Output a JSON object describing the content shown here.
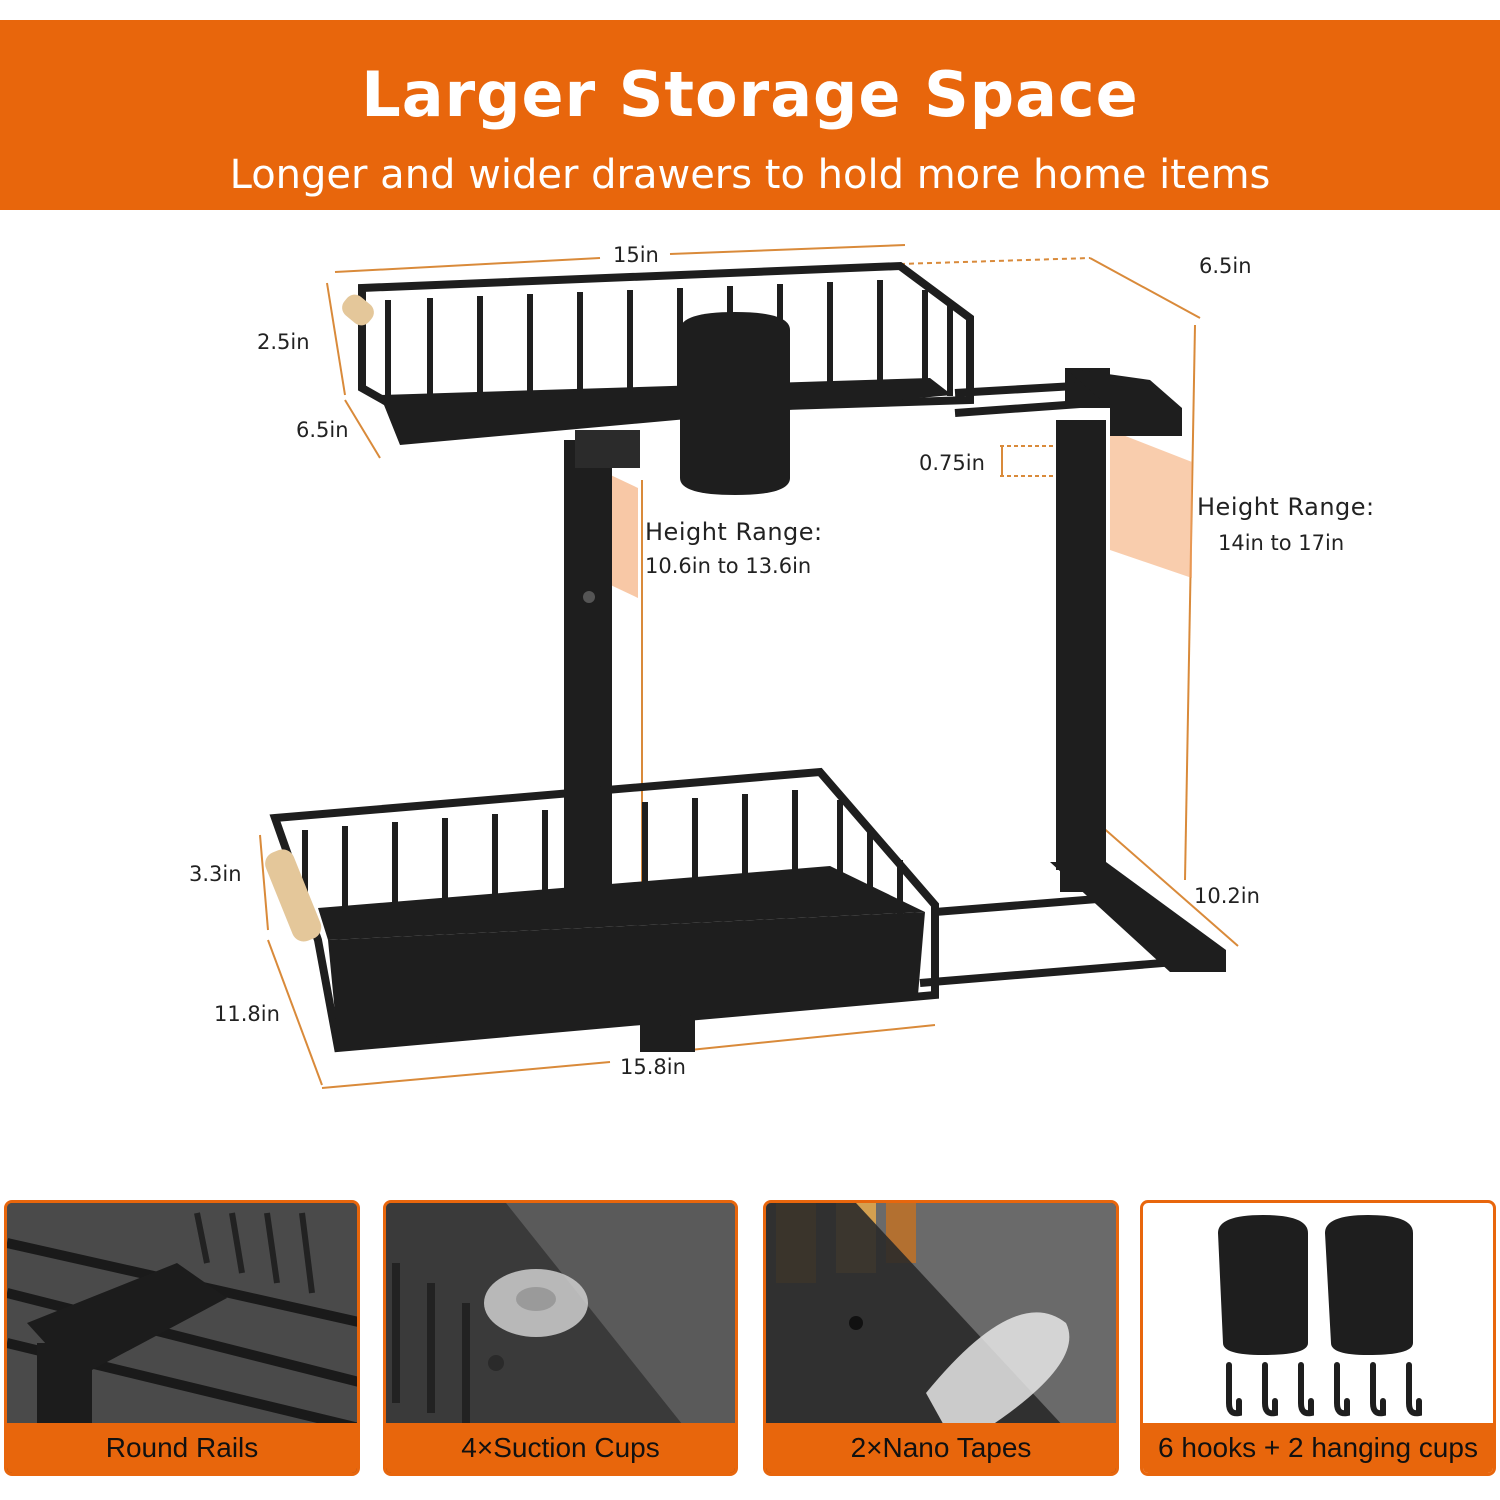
{
  "banner": {
    "title": "Larger Storage Space",
    "subtitle": "Longer and wider drawers to hold more home items"
  },
  "dimensions": {
    "top_width": "15in",
    "depth_top_right": "6.5in",
    "top_basket_height": "2.5in",
    "top_basket_depth": "6.5in",
    "hole_spacing": "0.75in",
    "bottom_basket_height": "3.3in",
    "bottom_basket_depth": "11.8in",
    "bottom_width": "15.8in",
    "base_depth": "10.2in"
  },
  "height_range_left": {
    "title": "Height Range:",
    "value": "10.6in to 13.6in"
  },
  "height_range_right": {
    "title": "Height Range:",
    "value": "14in to 17in"
  },
  "features": [
    {
      "label": "Round Rails",
      "icon": "round-rails-photo"
    },
    {
      "label": "4×Suction Cups",
      "icon": "suction-cup-photo"
    },
    {
      "label": "2×Nano Tapes",
      "icon": "nano-tape-photo"
    },
    {
      "label": "6 hooks + 2 hanging cups",
      "icon": "hooks-and-cups-photo"
    }
  ],
  "colors": {
    "accent": "#e8660c",
    "product": "#1e1e1e",
    "handle": "#e4c79a"
  }
}
